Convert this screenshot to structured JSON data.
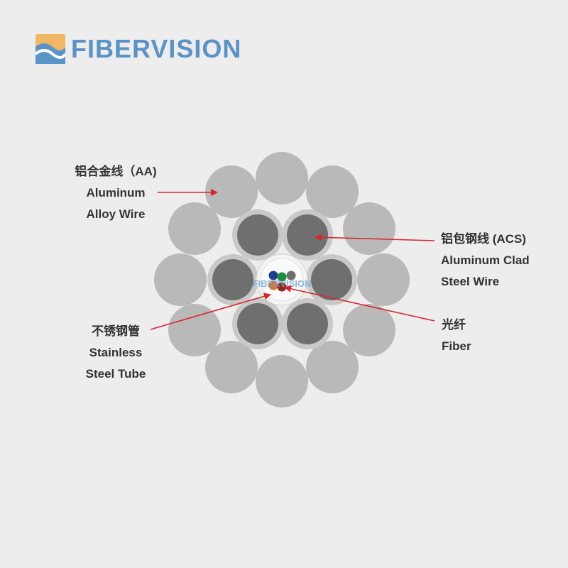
{
  "brand": {
    "name": "FIBERVISION",
    "watermark": "FIBERVISION",
    "colors": {
      "text": "#5a93c8",
      "icon_light": "#f0b862",
      "icon_blue": "#5a93c8"
    }
  },
  "labels": {
    "aa": {
      "zh": "铝合金线（AA)",
      "en1": "Aluminum",
      "en2": "Alloy Wire"
    },
    "acs": {
      "zh": "铝包钢线 (ACS)",
      "en1": "Aluminum Clad",
      "en2": "Steel Wire"
    },
    "tube": {
      "zh": "不锈钢管",
      "en1": "Stainless",
      "en2": "Steel Tube"
    },
    "fiber": {
      "zh": "光纤",
      "en1": "Fiber"
    }
  },
  "colors": {
    "background": "#ededed",
    "aa_wire": "#b9b9b9",
    "acs_cladding": "#c8c8c8",
    "acs_core": "#6f6f6f",
    "tube": "#f4f4f4",
    "arrow": "#d8262c",
    "fibers": [
      "#1f3f93",
      "#1d8f3a",
      "#6e6e6e",
      "#d9742a",
      "#8b2a1e"
    ]
  }
}
